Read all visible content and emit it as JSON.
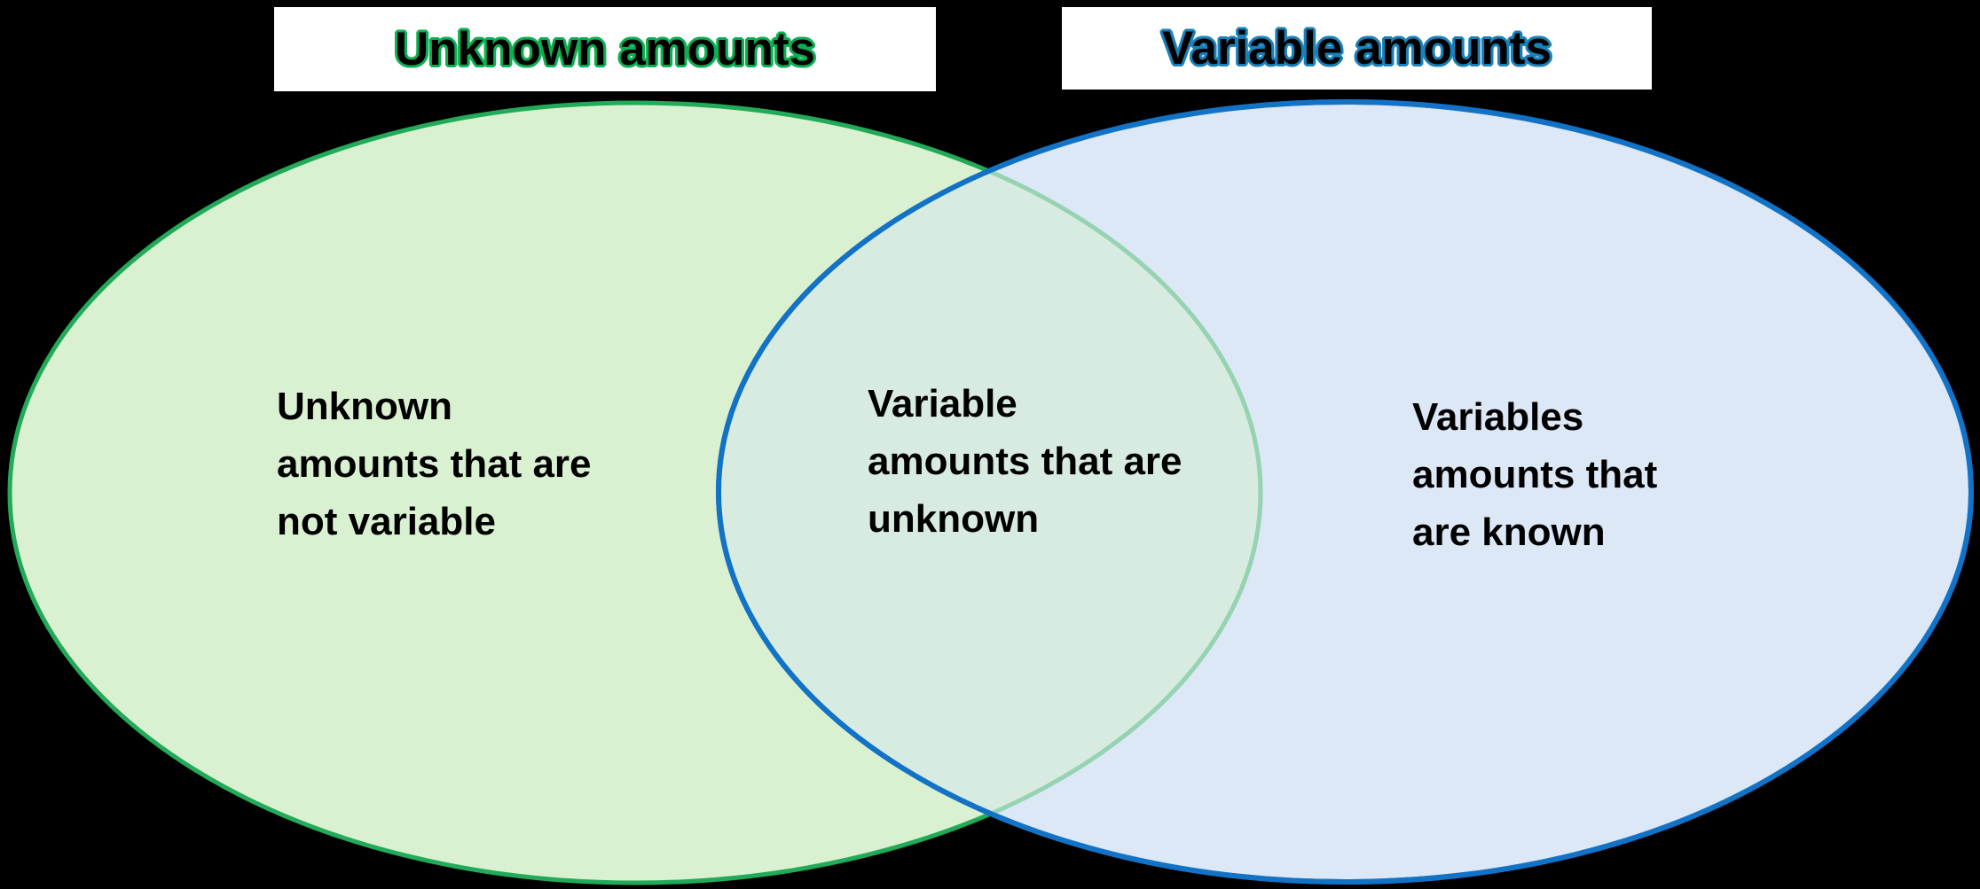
{
  "diagram": {
    "type": "venn",
    "background_color": "#000000",
    "left_set": {
      "title": "Unknown amounts",
      "title_outline_color": "#0caf52",
      "title_text_color": "#000000",
      "title_box_color": "#ffffff",
      "fill_color": "#d9f1d1",
      "border_color": "#21aa58",
      "label": "Unknown\namounts that are\nnot variable"
    },
    "right_set": {
      "title": "Variable amounts",
      "title_outline_color": "#1a80b8",
      "title_text_color": "#000000",
      "title_box_color": "#ffffff",
      "fill_color": "#dce8f6",
      "border_color": "#1272c6",
      "label": "Variables\namounts that\nare known"
    },
    "intersection": {
      "fill_color": "#d8ebe1",
      "border_color": "#96d3b2",
      "label": "Variable\namounts that are\nunknown"
    },
    "label_text_color": "#000000"
  }
}
